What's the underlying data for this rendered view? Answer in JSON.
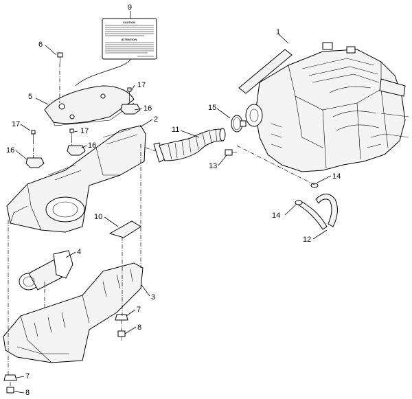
{
  "diagram": {
    "callouts": [
      "1",
      "2",
      "3",
      "4",
      "5",
      "6",
      "7",
      "7",
      "8",
      "8",
      "9",
      "10",
      "11",
      "12",
      "13",
      "14",
      "14",
      "15",
      "16",
      "16",
      "17",
      "17"
    ],
    "label_card": {
      "title_top": "CAUTION",
      "title_bottom": "ATTENTION"
    }
  }
}
